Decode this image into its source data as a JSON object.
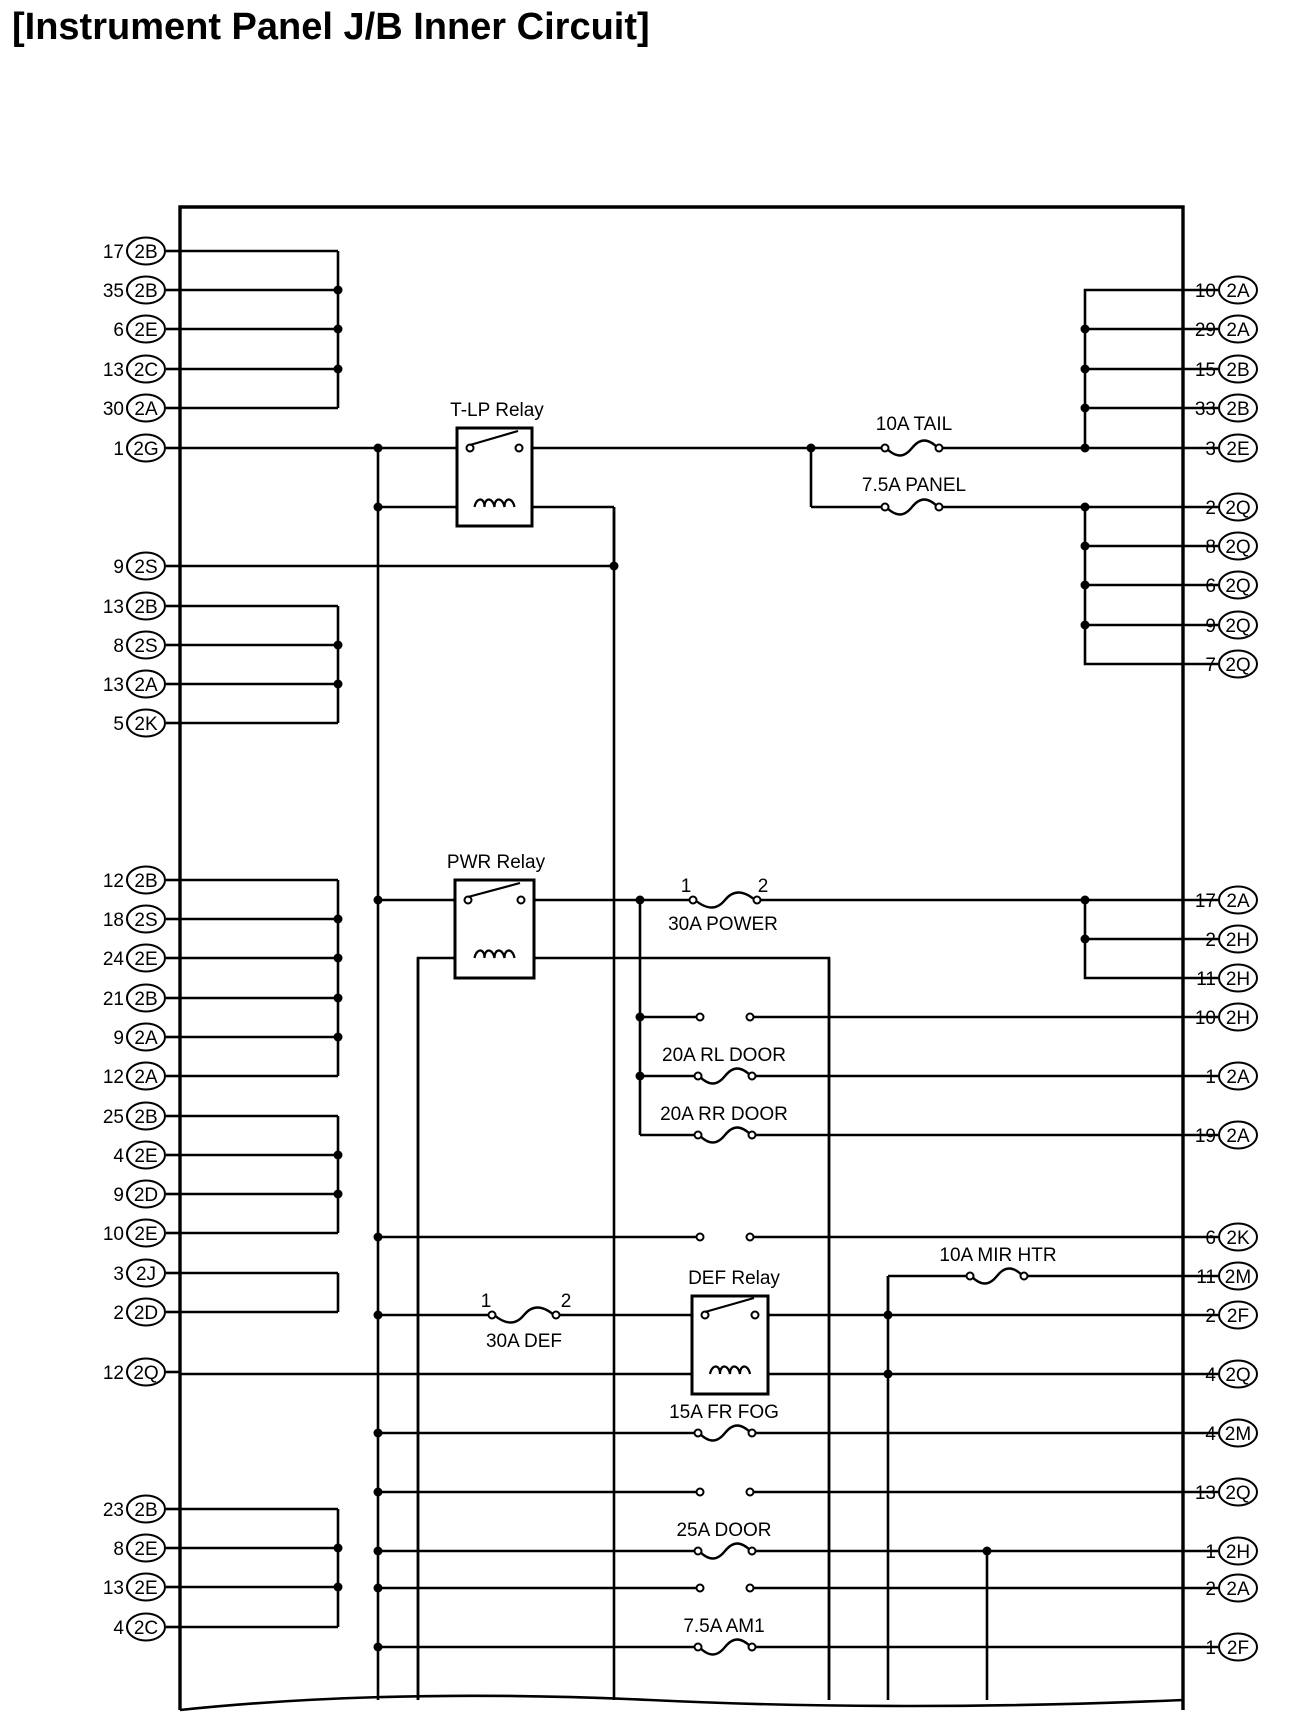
{
  "title": "[Instrument Panel J/B Inner Circuit]",
  "left_pins": [
    {
      "pin": "17",
      "conn": "2B"
    },
    {
      "pin": "35",
      "conn": "2B"
    },
    {
      "pin": "6",
      "conn": "2E"
    },
    {
      "pin": "13",
      "conn": "2C"
    },
    {
      "pin": "30",
      "conn": "2A"
    },
    {
      "pin": "1",
      "conn": "2G"
    },
    {
      "pin": "9",
      "conn": "2S"
    },
    {
      "pin": "13",
      "conn": "2B"
    },
    {
      "pin": "8",
      "conn": "2S"
    },
    {
      "pin": "13",
      "conn": "2A"
    },
    {
      "pin": "5",
      "conn": "2K"
    },
    {
      "pin": "12",
      "conn": "2B"
    },
    {
      "pin": "18",
      "conn": "2S"
    },
    {
      "pin": "24",
      "conn": "2E"
    },
    {
      "pin": "21",
      "conn": "2B"
    },
    {
      "pin": "9",
      "conn": "2A"
    },
    {
      "pin": "12",
      "conn": "2A"
    },
    {
      "pin": "25",
      "conn": "2B"
    },
    {
      "pin": "4",
      "conn": "2E"
    },
    {
      "pin": "9",
      "conn": "2D"
    },
    {
      "pin": "10",
      "conn": "2E"
    },
    {
      "pin": "3",
      "conn": "2J"
    },
    {
      "pin": "2",
      "conn": "2D"
    },
    {
      "pin": "12",
      "conn": "2Q"
    },
    {
      "pin": "23",
      "conn": "2B"
    },
    {
      "pin": "8",
      "conn": "2E"
    },
    {
      "pin": "13",
      "conn": "2E"
    },
    {
      "pin": "4",
      "conn": "2C"
    }
  ],
  "right_pins": [
    {
      "pin": "10",
      "conn": "2A"
    },
    {
      "pin": "29",
      "conn": "2A"
    },
    {
      "pin": "15",
      "conn": "2B"
    },
    {
      "pin": "33",
      "conn": "2B"
    },
    {
      "pin": "3",
      "conn": "2E"
    },
    {
      "pin": "2",
      "conn": "2Q"
    },
    {
      "pin": "8",
      "conn": "2Q"
    },
    {
      "pin": "6",
      "conn": "2Q"
    },
    {
      "pin": "9",
      "conn": "2Q"
    },
    {
      "pin": "7",
      "conn": "2Q"
    },
    {
      "pin": "17",
      "conn": "2A"
    },
    {
      "pin": "2",
      "conn": "2H"
    },
    {
      "pin": "11",
      "conn": "2H"
    },
    {
      "pin": "10",
      "conn": "2H"
    },
    {
      "pin": "1",
      "conn": "2A"
    },
    {
      "pin": "19",
      "conn": "2A"
    },
    {
      "pin": "6",
      "conn": "2K"
    },
    {
      "pin": "11",
      "conn": "2M"
    },
    {
      "pin": "2",
      "conn": "2F"
    },
    {
      "pin": "4",
      "conn": "2Q"
    },
    {
      "pin": "4",
      "conn": "2M"
    },
    {
      "pin": "13",
      "conn": "2Q"
    },
    {
      "pin": "1",
      "conn": "2H"
    },
    {
      "pin": "2",
      "conn": "2A"
    },
    {
      "pin": "1",
      "conn": "2F"
    }
  ],
  "relays": {
    "tlp": "T-LP Relay",
    "pwr": "PWR Relay",
    "def": "DEF Relay"
  },
  "fuses": {
    "tail": "10A TAIL",
    "panel": "7.5A PANEL",
    "power": "30A POWER",
    "rl_door": "20A RL DOOR",
    "rr_door": "20A RR DOOR",
    "mir_htr": "10A MIR HTR",
    "def": "30A DEF",
    "fr_fog": "15A FR FOG",
    "door": "25A DOOR",
    "am1": "7.5A AM1"
  },
  "fusible_pins": {
    "power_1": "1",
    "power_2": "2",
    "def_1": "1",
    "def_2": "2"
  }
}
